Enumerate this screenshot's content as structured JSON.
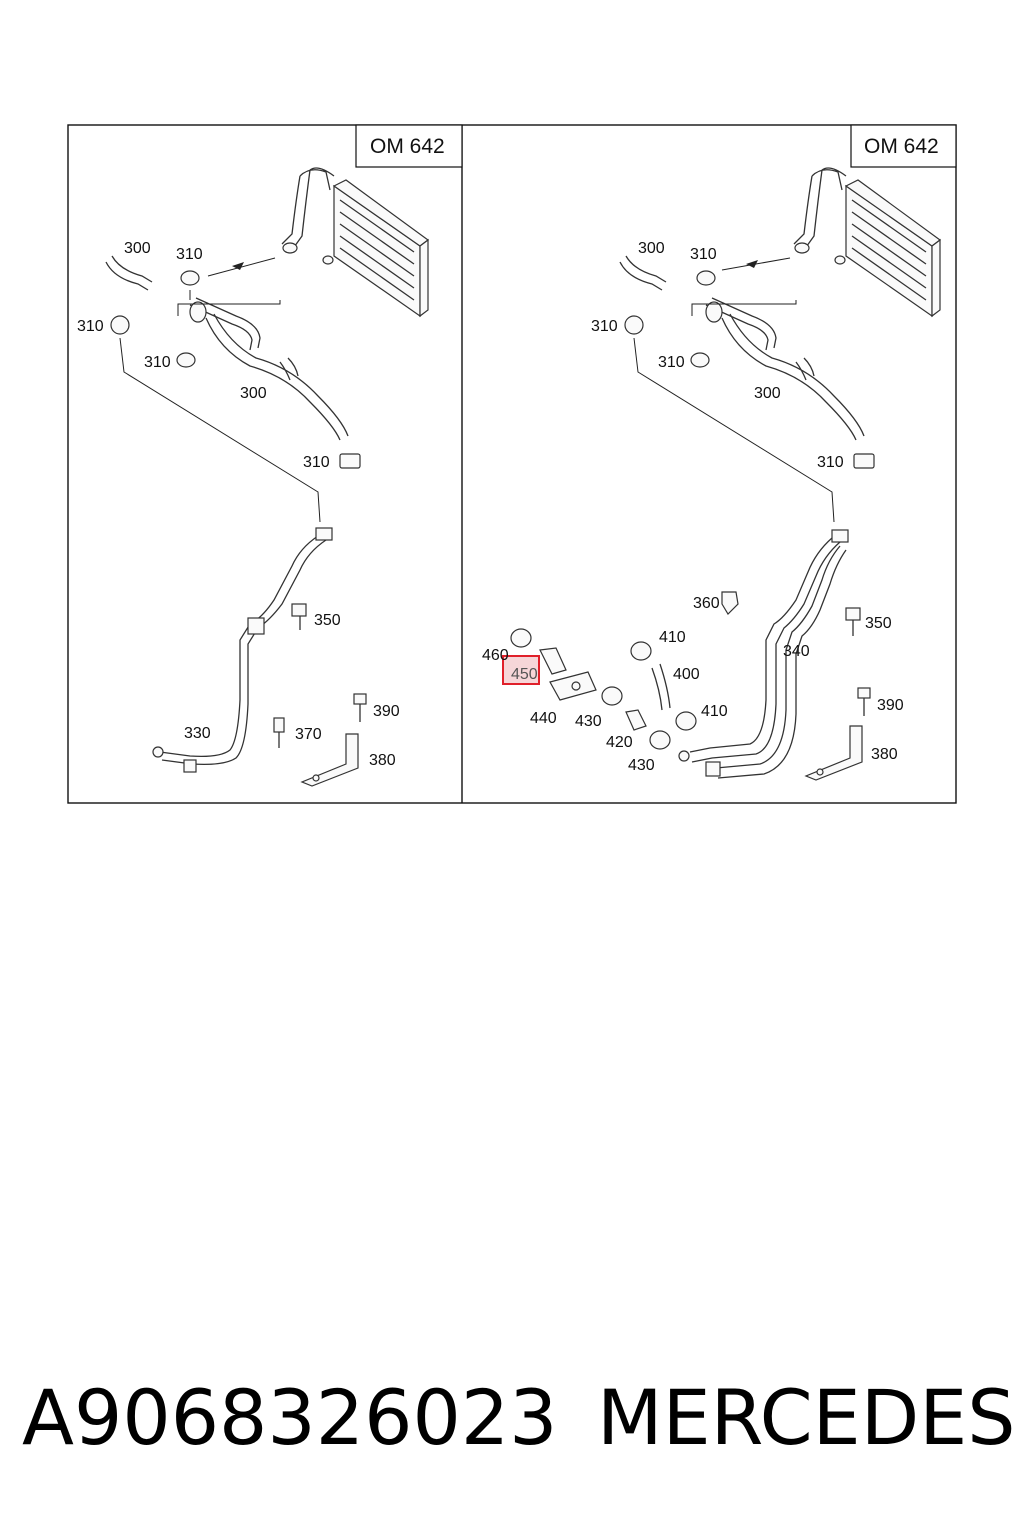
{
  "panels": [
    {
      "engine_label": "OM 642",
      "callouts": [
        "300",
        "310",
        "310",
        "310",
        "300",
        "310",
        "350",
        "330",
        "370",
        "390",
        "380"
      ]
    },
    {
      "engine_label": "OM 642",
      "callouts": [
        "300",
        "310",
        "310",
        "310",
        "300",
        "310",
        "360",
        "350",
        "340",
        "410",
        "460",
        "450",
        "400",
        "440",
        "430",
        "410",
        "420",
        "430",
        "390",
        "380"
      ],
      "highlighted_callout": "450",
      "highlight_color": "#e0202a"
    }
  ],
  "footer": {
    "part_number": "A9068326023",
    "brand": "MERCEDES"
  }
}
